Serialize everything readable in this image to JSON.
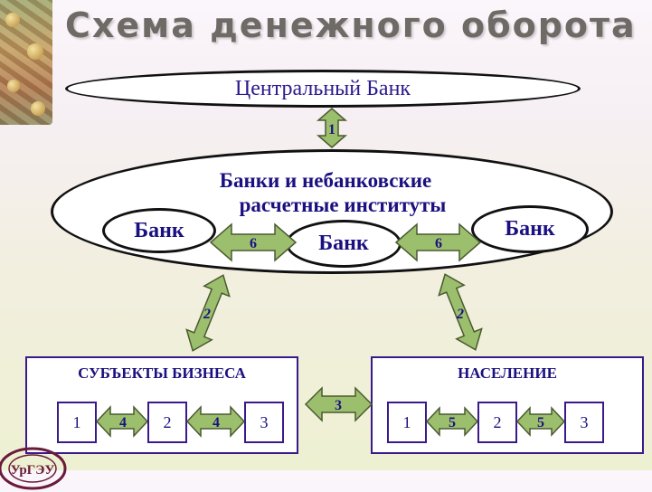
{
  "title": "Схема денежного оборота",
  "central_bank": "Центральный Банк",
  "banks_block": {
    "title_line1": "Банки и небанковские",
    "title_line2": "расчетные институты",
    "bank_left": "Банк",
    "bank_center": "Банк",
    "bank_right": "Банк"
  },
  "business": {
    "title": "СУБЪЕКТЫ БИЗНЕСА",
    "boxes": [
      "1",
      "2",
      "3"
    ]
  },
  "population": {
    "title": "НАСЕЛЕНИЕ",
    "boxes": [
      "1",
      "2",
      "3"
    ]
  },
  "arrows": {
    "cb_to_banks": "1",
    "bank_left_center": "6",
    "bank_center_right": "6",
    "banks_to_business": "2",
    "banks_to_population": "2",
    "business_population": "3",
    "business_1_2": "4",
    "business_2_3": "4",
    "population_1_2": "5",
    "population_2_3": "5"
  },
  "logo_text": "УрГЭУ",
  "colors": {
    "arrow_fill": "#9cbf6e",
    "text_blue": "#1a1080",
    "frame": "#3a1a8a"
  }
}
